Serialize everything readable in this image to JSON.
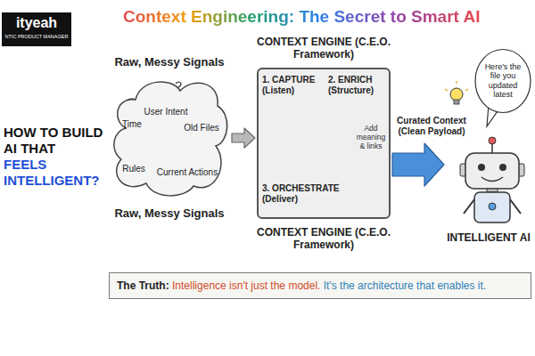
{
  "diagram": {
    "title": "Context Engineering: The Secret to Smart AI",
    "nodes": [
      {
        "text": [
          "Raw, Messy Signals",
          "Time",
          "User Intent",
          "Old Files",
          "Rules",
          "Current Actions",
          "Raw, Messy Signals"
        ]
      },
      {
        "text": [
          "CONTEXT ENGINE (C.E.O. Framework)",
          "1. CAPTURE (Listen)",
          "2. ENRICH (Structure)",
          "Add meaning & links",
          "3. ORCHESTRATE (Deliver)",
          "CONTEXT ENGINE (C.E.O. Framework)"
        ]
      },
      {
        "text": [
          "Here's the file you updated latest"
        ]
      },
      {
        "text": [
          "INTELLIGENT AI"
        ]
      },
      {
        "text": [
          "The Truth:",
          "Intelligence isn't just the model.",
          "It's the architecture that enables it."
        ]
      }
    ],
    "edges": [
      {
        "from": 0,
        "to": 1,
        "arrow": "to"
      },
      {
        "from": 1,
        "to": 3,
        "label": "Curated Context (Clean Payload)",
        "arrow": "to"
      }
    ],
    "labels": [
      "ityeah",
      "NTIC PRODUCT MANAGER",
      "HOW TO BUILD AI THAT",
      "FEELS INTELLIGENT?"
    ]
  }
}
